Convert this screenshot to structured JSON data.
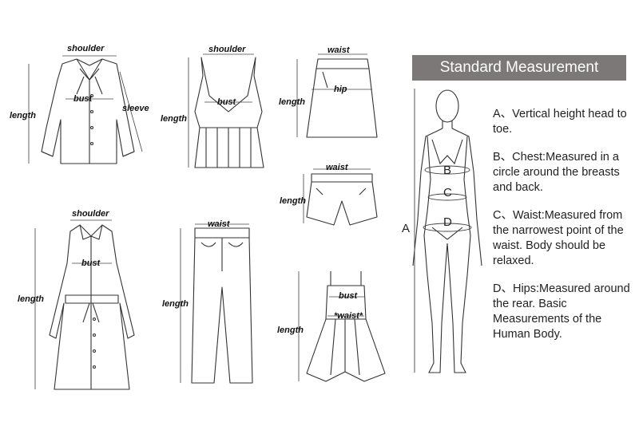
{
  "garments": {
    "blouse": {
      "shoulder": "shoulder",
      "bust": "bust",
      "sleeve": "sleeve",
      "length": "length"
    },
    "tank_top": {
      "shoulder": "shoulder",
      "bust": "bust",
      "length": "length"
    },
    "skirt": {
      "waist": "waist",
      "hip": "hip",
      "length": "length"
    },
    "shorts": {
      "waist": "waist",
      "length": "length"
    },
    "coat": {
      "shoulder": "shoulder",
      "bust": "bust",
      "length": "length"
    },
    "pants": {
      "waist": "waist",
      "length": "length"
    },
    "dress": {
      "bust": "bust",
      "waist": "*waist*",
      "length": "length"
    }
  },
  "panel": {
    "title": "Standard Measurement",
    "letters": {
      "a": "A",
      "b": "B",
      "c": "C",
      "d": "D"
    },
    "definitions": [
      {
        "key": "A、",
        "text": "Vertical height head to toe."
      },
      {
        "key": "B、",
        "text": "Chest:Measured in a circle around the breasts and back."
      },
      {
        "key": "C、",
        "text": "Waist:Measured from the narrowest point of the waist. Body should be relaxed."
      },
      {
        "key": "D、",
        "text": "Hips:Measured around the rear. Basic Measurements of the Human Body."
      }
    ]
  }
}
